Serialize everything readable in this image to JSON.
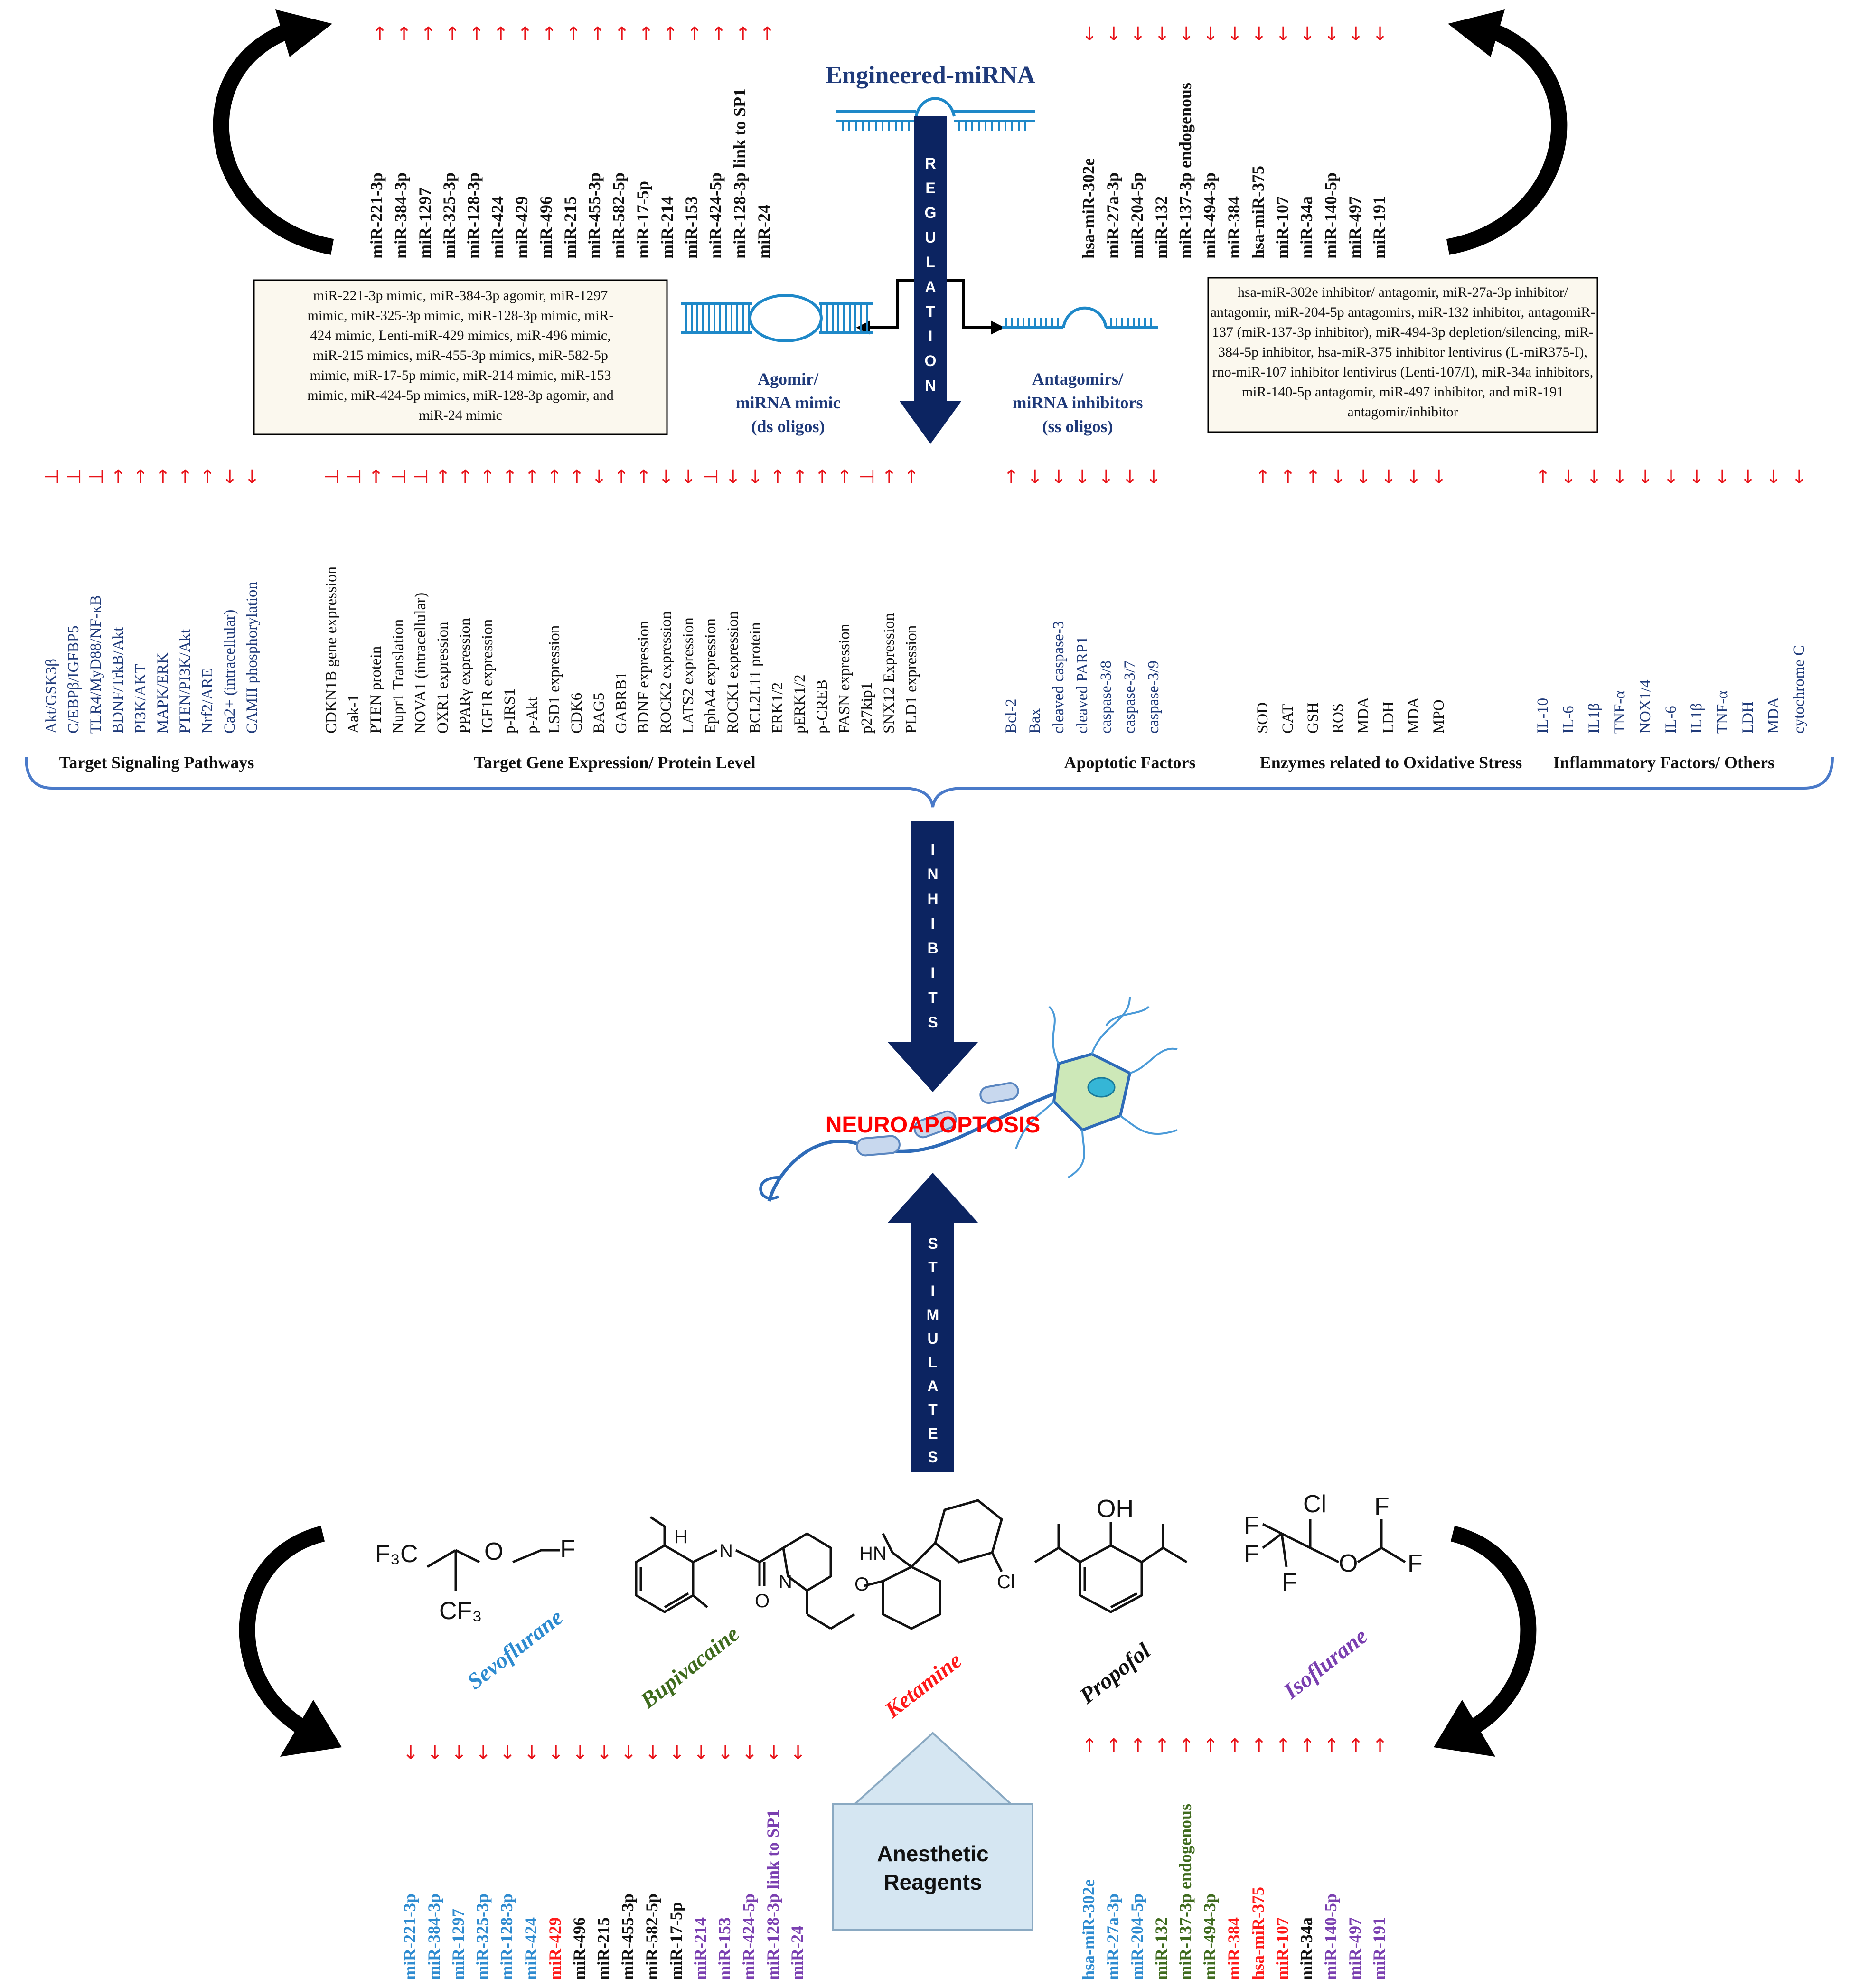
{
  "colors": {
    "navy": "#0c2461",
    "text_navy": "#1f3a7a",
    "arrow_red": "#e8141a",
    "sevo_blue": "#2e8bd0",
    "bupi_green": "#3f6b1e",
    "keta_red": "#ff1a1a",
    "propofol_black": "#111111",
    "iso_purple": "#7a3fb0",
    "neuron_green": "#cde8b8",
    "light_blue_box": "#d5e6f2"
  },
  "top": {
    "engineered_title": "Engineered-miRNA",
    "regulation_word": "REGULATION",
    "agomir_label": [
      "Agomir/",
      "miRNA mimic",
      "(ds oligos)"
    ],
    "antagomir_label": [
      "Antagomirs/",
      "miRNA inhibitors",
      "(ss oligos)"
    ],
    "left_mirnas": [
      "miR-221-3p",
      "miR-384-3p",
      "miR-1297",
      "miR-325-3p",
      "miR-128-3p",
      "miR-424",
      "miR-429",
      "miR-496",
      "miR-215",
      "miR-455-3p",
      "miR-582-5p",
      "miR-17-5p",
      "miR-214",
      "miR-153",
      "miR-424-5p",
      "miR-128-3p link to SP1",
      "miR-24"
    ],
    "right_mirnas": [
      "hsa-miR-302e",
      "miR-27a-3p",
      "miR-204-5p",
      "miR-132",
      "miR-137-3p endogenous",
      "miR-494-3p",
      "miR-384",
      "hsa-miR-375",
      "miR-107",
      "miR-34a",
      "miR-140-5p",
      "miR-497",
      "miR-191"
    ],
    "left_box_lines": [
      "miR-221-3p mimic, miR-384-3p agomir, miR-1297",
      "mimic, miR-325-3p mimic, miR-128-3p mimic, miR-",
      "424 mimic, Lenti-miR-429 mimics, miR-496 mimic,",
      "miR-215 mimics, miR-455-3p mimics, miR-582-5p",
      "mimic, miR-17-5p mimic, miR-214 mimic, miR-153",
      "mimic, miR-424-5p mimics, miR-128-3p agomir, and",
      "miR-24 mimic"
    ],
    "right_box_lines": [
      "hsa-miR-302e inhibitor/ antagomir, miR-27a-3p inhibitor/",
      "antagomir, miR-204-5p antagomirs, miR-132 inhibitor, antagomiR-",
      "137 (miR-137-3p inhibitor), miR-494-3p depletion/silencing, miR-",
      "384-5p inhibitor, hsa-miR-375 inhibitor lentivirus (L-miR375-I),",
      "rno-miR-107 inhibitor lentivirus (Lenti-107/I), miR-34a inhibitors,",
      "miR-140-5p antagomir, miR-497 inhibitor, and miR-191",
      "antagomir/inhibitor"
    ]
  },
  "targets": {
    "signaling": {
      "title": "Target Signaling Pathways",
      "items": [
        "Akt/GSK3β",
        "C/EBPβ/IGFBP5",
        "TLR4/MyD88/NF-κB",
        "BDNF/TrkB/Akt",
        "PI3K/AKT",
        "MAPK/ERK",
        "PTEN/PI3K/Akt",
        "Nrf2/ARE",
        "Ca2+ (intracellular)",
        "CAMII phosphorylation"
      ],
      "marks": [
        "⊣",
        "⊣",
        "⊣",
        "↑",
        "↑",
        "↑",
        "↑",
        "↑",
        "↓",
        "↓"
      ]
    },
    "genes": {
      "title": "Target Gene Expression/ Protein Level",
      "items": [
        "CDKN1B gene expression",
        "Aak-1",
        "PTEN protein",
        "Nupr1 Translation",
        "NOVA1 (intracellular)",
        "OXR1 expression",
        "PPARγ expression",
        "IGF1R expression",
        "p-IRS1",
        "p-Akt",
        "LSD1 expression",
        "CDK6",
        "BAG5",
        "GABRB1",
        "BDNF expression",
        "ROCK2 expression",
        "LATS2 expression",
        "EphA4 expression",
        "ROCK1 expression",
        "BCL2L11 protein",
        "ERK1/2",
        "pERK1/2",
        "p-CREB",
        "FASN expression",
        "p27kip1",
        "SNX12 Expression",
        "PLD1 expression"
      ],
      "marks": [
        "⊣",
        "⊣",
        "↑",
        "⊣",
        "⊣",
        "↑",
        "↑",
        "↑",
        "↑",
        "↑",
        "↑",
        "↑",
        "↓",
        "↑",
        "↑",
        "↓",
        "↓",
        "⊣",
        "↓",
        "↓",
        "↑",
        "↑",
        "↑",
        "↑",
        "⊣",
        "↑",
        "↑"
      ]
    },
    "apoptotic": {
      "title": "Apoptotic Factors",
      "items": [
        "Bcl-2",
        "Bax",
        "cleaved caspase-3",
        "cleaved PARP1",
        "caspase-3/8",
        "caspase-3/7",
        "caspase-3/9"
      ],
      "marks": [
        "↑",
        "↓",
        "↓",
        "↓",
        "↓",
        "↓",
        "↓"
      ]
    },
    "oxidative": {
      "title": "Enzymes related to Oxidative Stress",
      "items": [
        "SOD",
        "CAT",
        "GSH",
        "ROS",
        "MDA",
        "LDH",
        "MDA",
        "MPO"
      ],
      "marks": [
        "↑",
        "↑",
        "↑",
        "↓",
        "↓",
        "↓",
        "↓",
        "↓"
      ]
    },
    "inflammatory": {
      "title": "Inflammatory Factors/ Others",
      "items": [
        "IL-10",
        "IL-6",
        "IL1β",
        "TNF-α",
        "NOX1/4",
        "IL-6",
        "IL1β",
        "TNF-α",
        "LDH",
        "MDA",
        "cytochrome C"
      ],
      "marks": [
        "↑",
        "↓",
        "↓",
        "↓",
        "↓",
        "↓",
        "↓",
        "↓",
        "↓",
        "↓",
        "↓"
      ]
    }
  },
  "center": {
    "inhibits_word": "INHIBITS",
    "neuroapoptosis": "NEUROAPOPTOSIS",
    "stimulates_word": "STIMULATES"
  },
  "drugs": {
    "names": [
      "Sevoflurane",
      "Bupivacaine",
      "Ketamine",
      "Propofol",
      "Isoflurane"
    ],
    "chem_labels": {
      "sevo_f3c": "F₃C",
      "sevo_o": "O",
      "sevo_f": "F",
      "sevo_cf3": "CF₃",
      "bupi_h": "H",
      "bupi_n1": "N",
      "bupi_o": "O",
      "bupi_n2": "N",
      "keta_hn": "HN",
      "keta_o": "O",
      "keta_cl": "Cl",
      "prop_oh": "OH",
      "iso_cl": "Cl",
      "iso_f1": "F",
      "iso_f2": "F",
      "iso_f3": "F",
      "iso_o": "O",
      "iso_f4": "F",
      "iso_f5": "F"
    }
  },
  "bottom": {
    "left_mirnas": [
      "miR-221-3p",
      "miR-384-3p",
      "miR-1297",
      "miR-325-3p",
      "miR-128-3p",
      "miR-424",
      "miR-429",
      "miR-496",
      "miR-215",
      "miR-455-3p",
      "miR-582-5p",
      "miR-17-5p",
      "miR-214",
      "miR-153",
      "miR-424-5p",
      "miR-128-3p link to SP1",
      "miR-24"
    ],
    "left_colors": [
      "#2e8bd0",
      "#2e8bd0",
      "#2e8bd0",
      "#2e8bd0",
      "#2e8bd0",
      "#2e8bd0",
      "#ff1a1a",
      "#111111",
      "#111111",
      "#111111",
      "#111111",
      "#111111",
      "#7a3fb0",
      "#7a3fb0",
      "#7a3fb0",
      "#7a3fb0",
      "#7a3fb0"
    ],
    "right_mirnas": [
      "hsa-miR-302e",
      "miR-27a-3p",
      "miR-204-5p",
      "miR-132",
      "miR-137-3p endogenous",
      "miR-494-3p",
      "miR-384",
      "hsa-miR-375",
      "miR-107",
      "miR-34a",
      "miR-140-5p",
      "miR-497",
      "miR-191"
    ],
    "right_colors": [
      "#2e8bd0",
      "#2e8bd0",
      "#2e8bd0",
      "#3f6b1e",
      "#3f6b1e",
      "#3f6b1e",
      "#ff1a1a",
      "#ff1a1a",
      "#ff1a1a",
      "#111111",
      "#7a3fb0",
      "#7a3fb0",
      "#7a3fb0"
    ],
    "anesthetic_label": [
      "Anesthetic",
      "Reagents"
    ]
  }
}
